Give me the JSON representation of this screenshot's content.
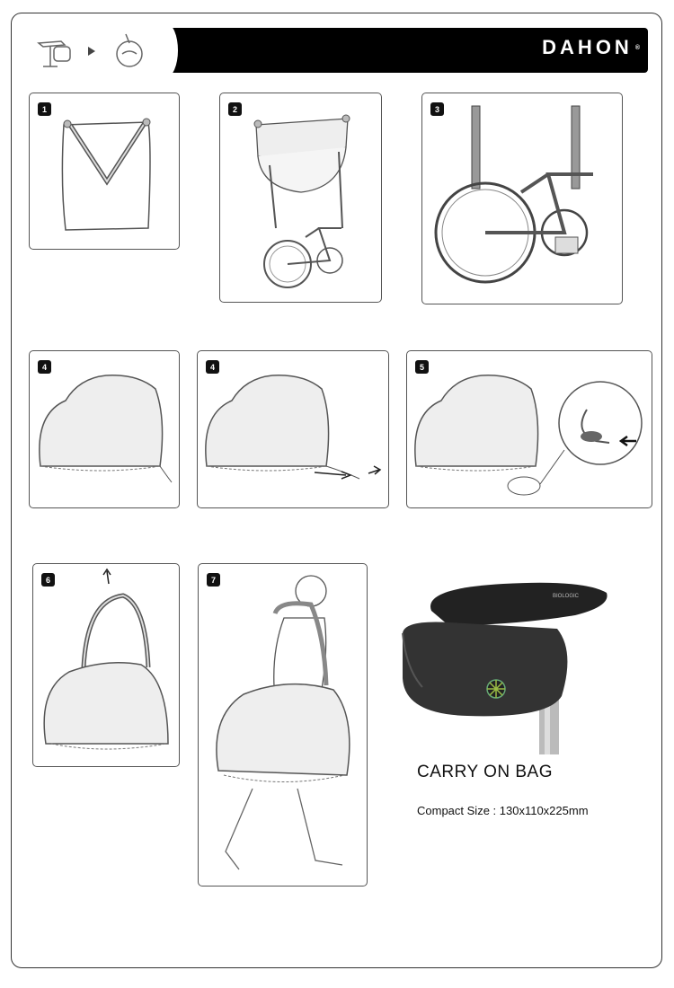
{
  "header": {
    "brand": "DAHON",
    "registered": "®"
  },
  "steps": [
    {
      "number": "1"
    },
    {
      "number": "2"
    },
    {
      "number": "3"
    },
    {
      "number": "4"
    },
    {
      "number": "4"
    },
    {
      "number": "5"
    },
    {
      "number": "6"
    },
    {
      "number": "7"
    }
  ],
  "product": {
    "title": "CARRY ON BAG",
    "size": "Compact Size : 130x110x225mm",
    "saddle_brand": "BIOLOGIC"
  }
}
